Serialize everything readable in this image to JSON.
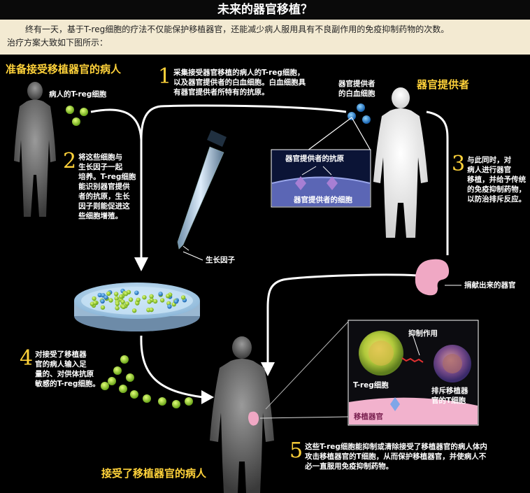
{
  "title": "未来的器官移植？",
  "intro": {
    "line1": "终有一天，基于T-reg细胞的疗法不仅能保护移植器官，还能减少病人服用具有不良副作用的免疫抑制药物的次数。",
    "line2": "治疗方案大致如下图所示："
  },
  "labels": {
    "recipient_prep": "准备接受移植器官的病人",
    "donor": "器官提供者",
    "patient_treg": "病人的T-reg细胞",
    "donor_wbc": "器官提供者\n的白血细胞",
    "donor_antigen": "器官提供者的抗原",
    "donor_cell": "器官提供者的细胞",
    "growth_factor": "生长因子",
    "donated_organ": "捐献出来的器官",
    "suppression": "抑制作用",
    "treg_cell": "T-reg细胞",
    "rejecting_tcell": "排斥移植器\n官的T细胞",
    "transplanted_organ": "移植器官",
    "recipient_after": "接受了移植器官的病人"
  },
  "steps": [
    {
      "num": "1",
      "text": "采集接受器官移植的病人的T-reg细胞，\n以及器官提供者的白血细胞。白血细胞具\n有器官提供者所特有的抗原。"
    },
    {
      "num": "2",
      "text": "将这些细胞与\n生长因子一起\n培养。T-reg细胞\n能识别器官提供\n者的抗原，生长\n因子则能促进这\n些细胞增殖。"
    },
    {
      "num": "3",
      "text": "与此同时，对\n病人进行器官\n移植，并给予传统\n的免疫抑制药物，\n以防治排斥反应。"
    },
    {
      "num": "4",
      "text": "对接受了移植器\n官的病人输入足\n量的、对供体抗原\n敏感的T-reg细胞。"
    },
    {
      "num": "5",
      "text": "这些T-reg细胞能抑制或清除接受了移植器官的病人体内\n攻击移植器官的T细胞，从而保护移植器官，并使病人不\n必一直服用免疫抑制药物。"
    }
  ],
  "colors": {
    "accent_yellow": "#ffd23a",
    "treg_green": "#9fd23a",
    "wbc_blue": "#2a8fd6",
    "organ_pink": "#f0a8c4",
    "intro_bg": "#f3ead2"
  }
}
